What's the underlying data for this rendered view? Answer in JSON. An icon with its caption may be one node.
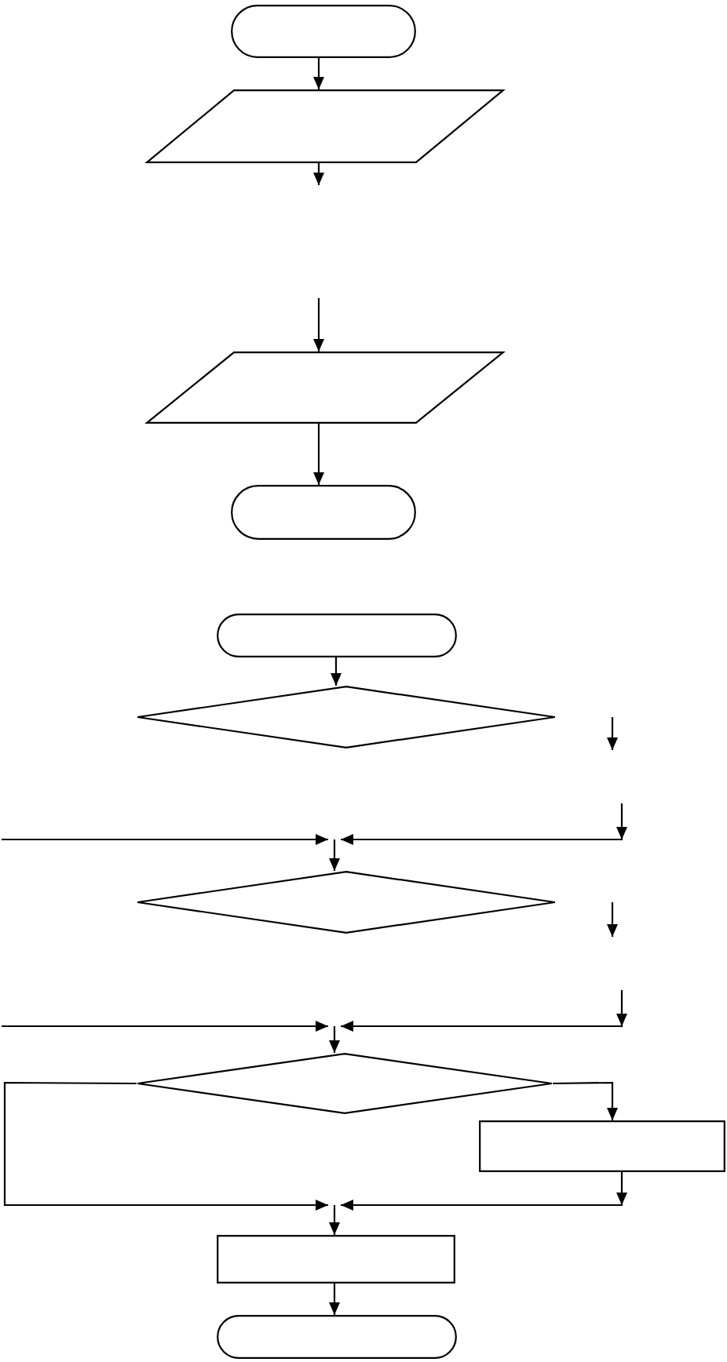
{
  "diagram": {
    "nodes": [
      {
        "text": [],
        "shape": "terminal"
      },
      {
        "text": [],
        "shape": "parallelogram"
      },
      {
        "text": [],
        "shape": "parallelogram"
      },
      {
        "text": [],
        "shape": "terminal"
      },
      {
        "text": [],
        "shape": "terminal"
      },
      {
        "text": [],
        "shape": "diamond"
      },
      {
        "text": [],
        "shape": "diamond"
      },
      {
        "text": [],
        "shape": "diamond"
      },
      {
        "text": [],
        "shape": "box"
      },
      {
        "text": [],
        "shape": "box"
      },
      {
        "text": [],
        "shape": "terminal"
      }
    ],
    "edges": [
      {
        "from": 0,
        "to": 1,
        "arrow": "to"
      },
      {
        "from": 1,
        "to": null,
        "arrow": "to"
      },
      {
        "from": null,
        "to": 2,
        "arrow": "to"
      },
      {
        "from": 2,
        "to": 3,
        "arrow": "to"
      },
      {
        "from": 4,
        "to": 5,
        "arrow": "to"
      },
      {
        "from": null,
        "to": 6,
        "arrow": "to"
      },
      {
        "from": null,
        "to": 6,
        "arrow": "to"
      },
      {
        "from": null,
        "to": 7,
        "arrow": "to"
      },
      {
        "from": null,
        "to": 7,
        "arrow": "to"
      },
      {
        "from": 7,
        "to": 8,
        "arrow": "to"
      },
      {
        "from": 7,
        "to": 9,
        "arrow": "to"
      },
      {
        "from": 8,
        "to": 9,
        "arrow": "to"
      },
      {
        "from": 9,
        "to": 10,
        "arrow": "to"
      }
    ]
  }
}
